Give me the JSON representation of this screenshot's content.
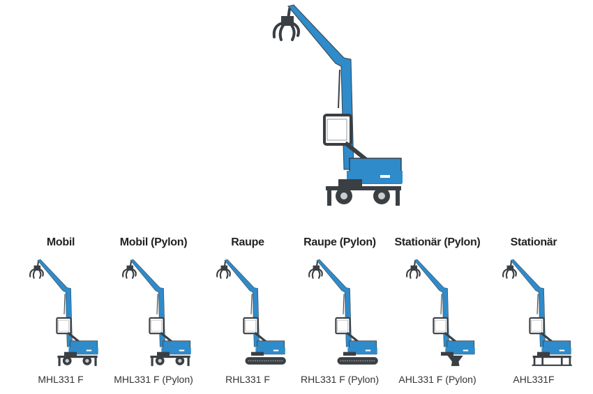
{
  "colors": {
    "blue": "#2f8bc9",
    "dark": "#3a3f44",
    "grey": "#6b7075"
  },
  "hero": {
    "icon": "material-handler-mobile-icon",
    "base": "wheels"
  },
  "variants": [
    {
      "title": "Mobil",
      "model": "MHL331 F",
      "base": "wheels"
    },
    {
      "title": "Mobil (Pylon)",
      "model": "MHL331 F (Pylon)",
      "base": "wheels-pylon"
    },
    {
      "title": "Raupe",
      "model": "RHL331 F",
      "base": "crawler"
    },
    {
      "title": "Raupe (Pylon)",
      "model": "RHL331 F (Pylon)",
      "base": "crawler-pylon"
    },
    {
      "title": "Stationär (Pylon)",
      "model": "AHL331 F (Pylon)",
      "base": "pylon-column"
    },
    {
      "title": "Stationär",
      "model": "AHL331F",
      "base": "stand-legs"
    }
  ]
}
